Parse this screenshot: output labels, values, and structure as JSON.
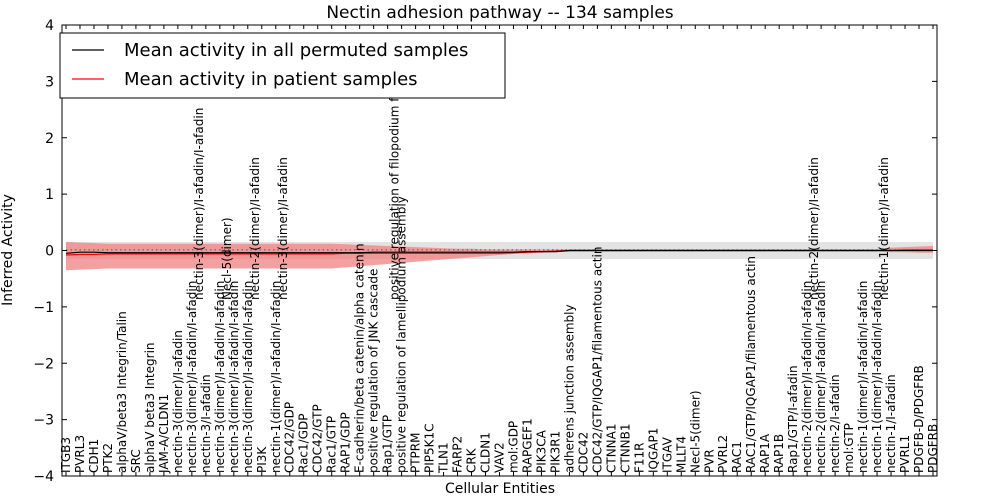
{
  "chart_data": {
    "type": "line",
    "title": "Nectin adhesion pathway -- 134 samples",
    "xlabel": "Cellular Entities",
    "ylabel": "Inferred Activity",
    "ylim": [
      -4,
      4
    ],
    "yticks": [
      -4,
      -3,
      -2,
      -1,
      0,
      1,
      2,
      3,
      4
    ],
    "ytick_labels": [
      "−4",
      "−3",
      "−2",
      "−1",
      "0",
      "1",
      "2",
      "3",
      "4"
    ],
    "grid": false,
    "legend_position": "top-left",
    "categories": [
      "ITGB3",
      "PVRL3",
      "CDH1",
      "PTK2",
      "alphaV/beta3 Integrin/Talin",
      "SRC",
      "alphaV beta3 Integrin",
      "JAM-A/CLDN1",
      "nectin-3(dimer)/I-afadin",
      "nectin-3(dimer)/I-afadin/I-afadin",
      "nectin-3/I-afadin",
      "nectin-3(dimer)/I-afadin/I-afadin",
      "nectin-3(dimer)/I-afadin/I-afadin",
      "nectin-3(dimer)/I-afadin/I-afadin",
      "PI3K",
      "nectin-1(dimer)/I-afadin/I-afadin",
      "CDC42/GDP",
      "Rac1/GDP",
      "CDC42/GTP",
      "Rac1/GTP",
      "RAP1/GDP",
      "E-cadherin/beta catenin/alpha catenin",
      "positive regulation of JNK cascade",
      "Rap1/GTP",
      "positive regulation of lamellipodium assembly",
      "PTPRM",
      "PIP5K1C",
      "TLN1",
      "FARP2",
      "CRK",
      "CLDN1",
      "VAV2",
      "mol:GDP",
      "RAPGEF1",
      "PIK3CA",
      "PIK3R1",
      "adherens junction assembly",
      "CDC42",
      "CDC42/GTP/IQGAP1/filamentous actin",
      "CTNNA1",
      "CTNNB1",
      "F11R",
      "IQGAP1",
      "ITGAV",
      "MLLT4",
      "Necl-5(dimer)",
      "PVR",
      "PVRL2",
      "RAC1",
      "RAC1/GTP/IQGAP1/filamentous actin",
      "RAP1A",
      "RAP1B",
      "Rap1/GTP/I-afadin",
      "nectin-2(dimer)/I-afadin/I-afadin",
      "nectin-2(dimer)/I-afadin/I-afadin",
      "nectin-2/I-afadin",
      "mol:GTP",
      "nectin-1(dimer)/I-afadin/I-afadin",
      "nectin-1(dimer)/I-afadin/I-afadin",
      "nectin-1/I-afadin",
      "PVRL1",
      "PDGFB-D/PDGFRB",
      "PDGFRB"
    ],
    "upper_overlay_labels": [
      {
        "after_index": 9,
        "text": "nectin-3(dimer)/I-afadin/I-afadin"
      },
      {
        "after_index": 11,
        "text": "Necl-5(dimer)"
      },
      {
        "after_index": 13,
        "text": "nectin-2(dimer)/I-afadin"
      },
      {
        "after_index": 15,
        "text": "nectin-3(dimer)/I-afadin"
      },
      {
        "after_index": 23,
        "text": "positive regulation of filopodium formation"
      },
      {
        "after_index": 53,
        "text": "nectin-2(dimer)/I-afadin"
      },
      {
        "after_index": 58,
        "text": "nectin-1(dimer)/I-afadin"
      }
    ],
    "series": [
      {
        "name": "Mean activity in all permuted samples",
        "color": "#000000",
        "values": [
          -0.05,
          -0.03,
          -0.03,
          -0.04,
          -0.04,
          -0.04,
          -0.04,
          -0.04,
          -0.04,
          -0.04,
          -0.04,
          -0.04,
          -0.04,
          -0.04,
          -0.04,
          -0.04,
          -0.04,
          -0.04,
          -0.04,
          -0.04,
          -0.04,
          -0.04,
          -0.03,
          -0.03,
          -0.03,
          -0.03,
          -0.03,
          -0.03,
          -0.03,
          -0.03,
          -0.03,
          -0.03,
          -0.03,
          -0.02,
          -0.02,
          -0.02,
          0,
          0,
          0,
          0,
          0,
          0,
          0,
          0,
          0,
          0,
          0,
          0,
          0,
          0,
          0,
          0,
          0,
          0,
          0,
          0,
          0,
          0,
          0,
          0,
          0,
          0,
          0
        ],
        "band_lower": [
          -0.15,
          -0.15,
          -0.15,
          -0.15,
          -0.15,
          -0.15,
          -0.15,
          -0.15,
          -0.15,
          -0.15,
          -0.15,
          -0.15,
          -0.15,
          -0.15,
          -0.15,
          -0.15,
          -0.15,
          -0.15,
          -0.15,
          -0.15,
          -0.15,
          -0.15,
          -0.15,
          -0.15,
          -0.15,
          -0.15,
          -0.15,
          -0.15,
          -0.15,
          -0.15,
          -0.15,
          -0.15,
          -0.15,
          -0.15,
          -0.15,
          -0.15,
          -0.15,
          -0.15,
          -0.15,
          -0.15,
          -0.15,
          -0.15,
          -0.15,
          -0.15,
          -0.15,
          -0.15,
          -0.15,
          -0.15,
          -0.15,
          -0.15,
          -0.15,
          -0.15,
          -0.15,
          -0.15,
          -0.15,
          -0.15,
          -0.15,
          -0.15,
          -0.15,
          -0.15,
          -0.15,
          -0.15,
          -0.15
        ],
        "band_upper": [
          0.15,
          0.15,
          0.15,
          0.15,
          0.15,
          0.15,
          0.15,
          0.15,
          0.15,
          0.15,
          0.15,
          0.15,
          0.15,
          0.15,
          0.15,
          0.15,
          0.15,
          0.15,
          0.15,
          0.15,
          0.15,
          0.15,
          0.15,
          0.15,
          0.15,
          0.15,
          0.15,
          0.15,
          0.15,
          0.15,
          0.15,
          0.15,
          0.15,
          0.15,
          0.15,
          0.15,
          0.15,
          0.15,
          0.15,
          0.15,
          0.15,
          0.15,
          0.15,
          0.15,
          0.15,
          0.15,
          0.15,
          0.15,
          0.15,
          0.15,
          0.15,
          0.15,
          0.15,
          0.15,
          0.15,
          0.15,
          0.15,
          0.15,
          0.15,
          0.15,
          0.15,
          0.15,
          0.15
        ],
        "band_color": "#dedede"
      },
      {
        "name": "Mean activity in patient samples",
        "color": "#ff0000",
        "values": [
          -0.08,
          -0.07,
          -0.07,
          -0.06,
          -0.06,
          -0.06,
          -0.06,
          -0.06,
          -0.06,
          -0.06,
          -0.06,
          -0.06,
          -0.06,
          -0.06,
          -0.06,
          -0.06,
          -0.06,
          -0.06,
          -0.06,
          -0.06,
          -0.05,
          -0.05,
          -0.05,
          -0.05,
          -0.05,
          -0.05,
          -0.05,
          -0.05,
          -0.05,
          -0.05,
          -0.05,
          -0.05,
          -0.04,
          -0.03,
          -0.02,
          -0.01,
          0,
          0,
          0,
          0,
          0,
          0,
          0,
          0,
          0,
          0,
          0,
          0,
          0,
          0,
          0,
          0,
          0,
          0,
          0,
          0,
          0,
          0,
          0,
          0,
          0.01,
          0.01,
          0.01
        ],
        "band_lower": [
          -0.35,
          -0.34,
          -0.33,
          -0.32,
          -0.32,
          -0.32,
          -0.32,
          -0.32,
          -0.32,
          -0.32,
          -0.32,
          -0.32,
          -0.32,
          -0.32,
          -0.32,
          -0.32,
          -0.32,
          -0.32,
          -0.32,
          -0.32,
          -0.3,
          -0.28,
          -0.26,
          -0.24,
          -0.22,
          -0.2,
          -0.18,
          -0.16,
          -0.14,
          -0.12,
          -0.1,
          -0.08,
          -0.06,
          -0.05,
          -0.04,
          -0.03,
          -0.02,
          -0.02,
          -0.02,
          -0.02,
          -0.02,
          -0.02,
          -0.02,
          -0.02,
          -0.02,
          -0.02,
          -0.02,
          -0.02,
          -0.02,
          -0.02,
          -0.02,
          -0.02,
          -0.02,
          -0.02,
          -0.02,
          -0.02,
          -0.02,
          -0.02,
          -0.02,
          -0.03,
          -0.03,
          -0.04,
          -0.04
        ],
        "band_upper": [
          0.15,
          0.14,
          0.13,
          0.12,
          0.12,
          0.12,
          0.12,
          0.12,
          0.12,
          0.12,
          0.12,
          0.12,
          0.12,
          0.12,
          0.12,
          0.12,
          0.12,
          0.12,
          0.12,
          0.12,
          0.11,
          0.1,
          0.09,
          0.08,
          0.07,
          0.06,
          0.05,
          0.04,
          0.03,
          0.03,
          0.02,
          0.02,
          0.02,
          0.02,
          0.02,
          0.02,
          0.02,
          0.02,
          0.02,
          0.02,
          0.02,
          0.02,
          0.02,
          0.02,
          0.02,
          0.02,
          0.02,
          0.02,
          0.02,
          0.02,
          0.02,
          0.02,
          0.02,
          0.02,
          0.02,
          0.02,
          0.02,
          0.02,
          0.02,
          0.05,
          0.06,
          0.07,
          0.08
        ],
        "band_color": "#f08080"
      }
    ],
    "reference_line": {
      "y": 0.01,
      "style": "dotted",
      "color": "#555555"
    }
  }
}
